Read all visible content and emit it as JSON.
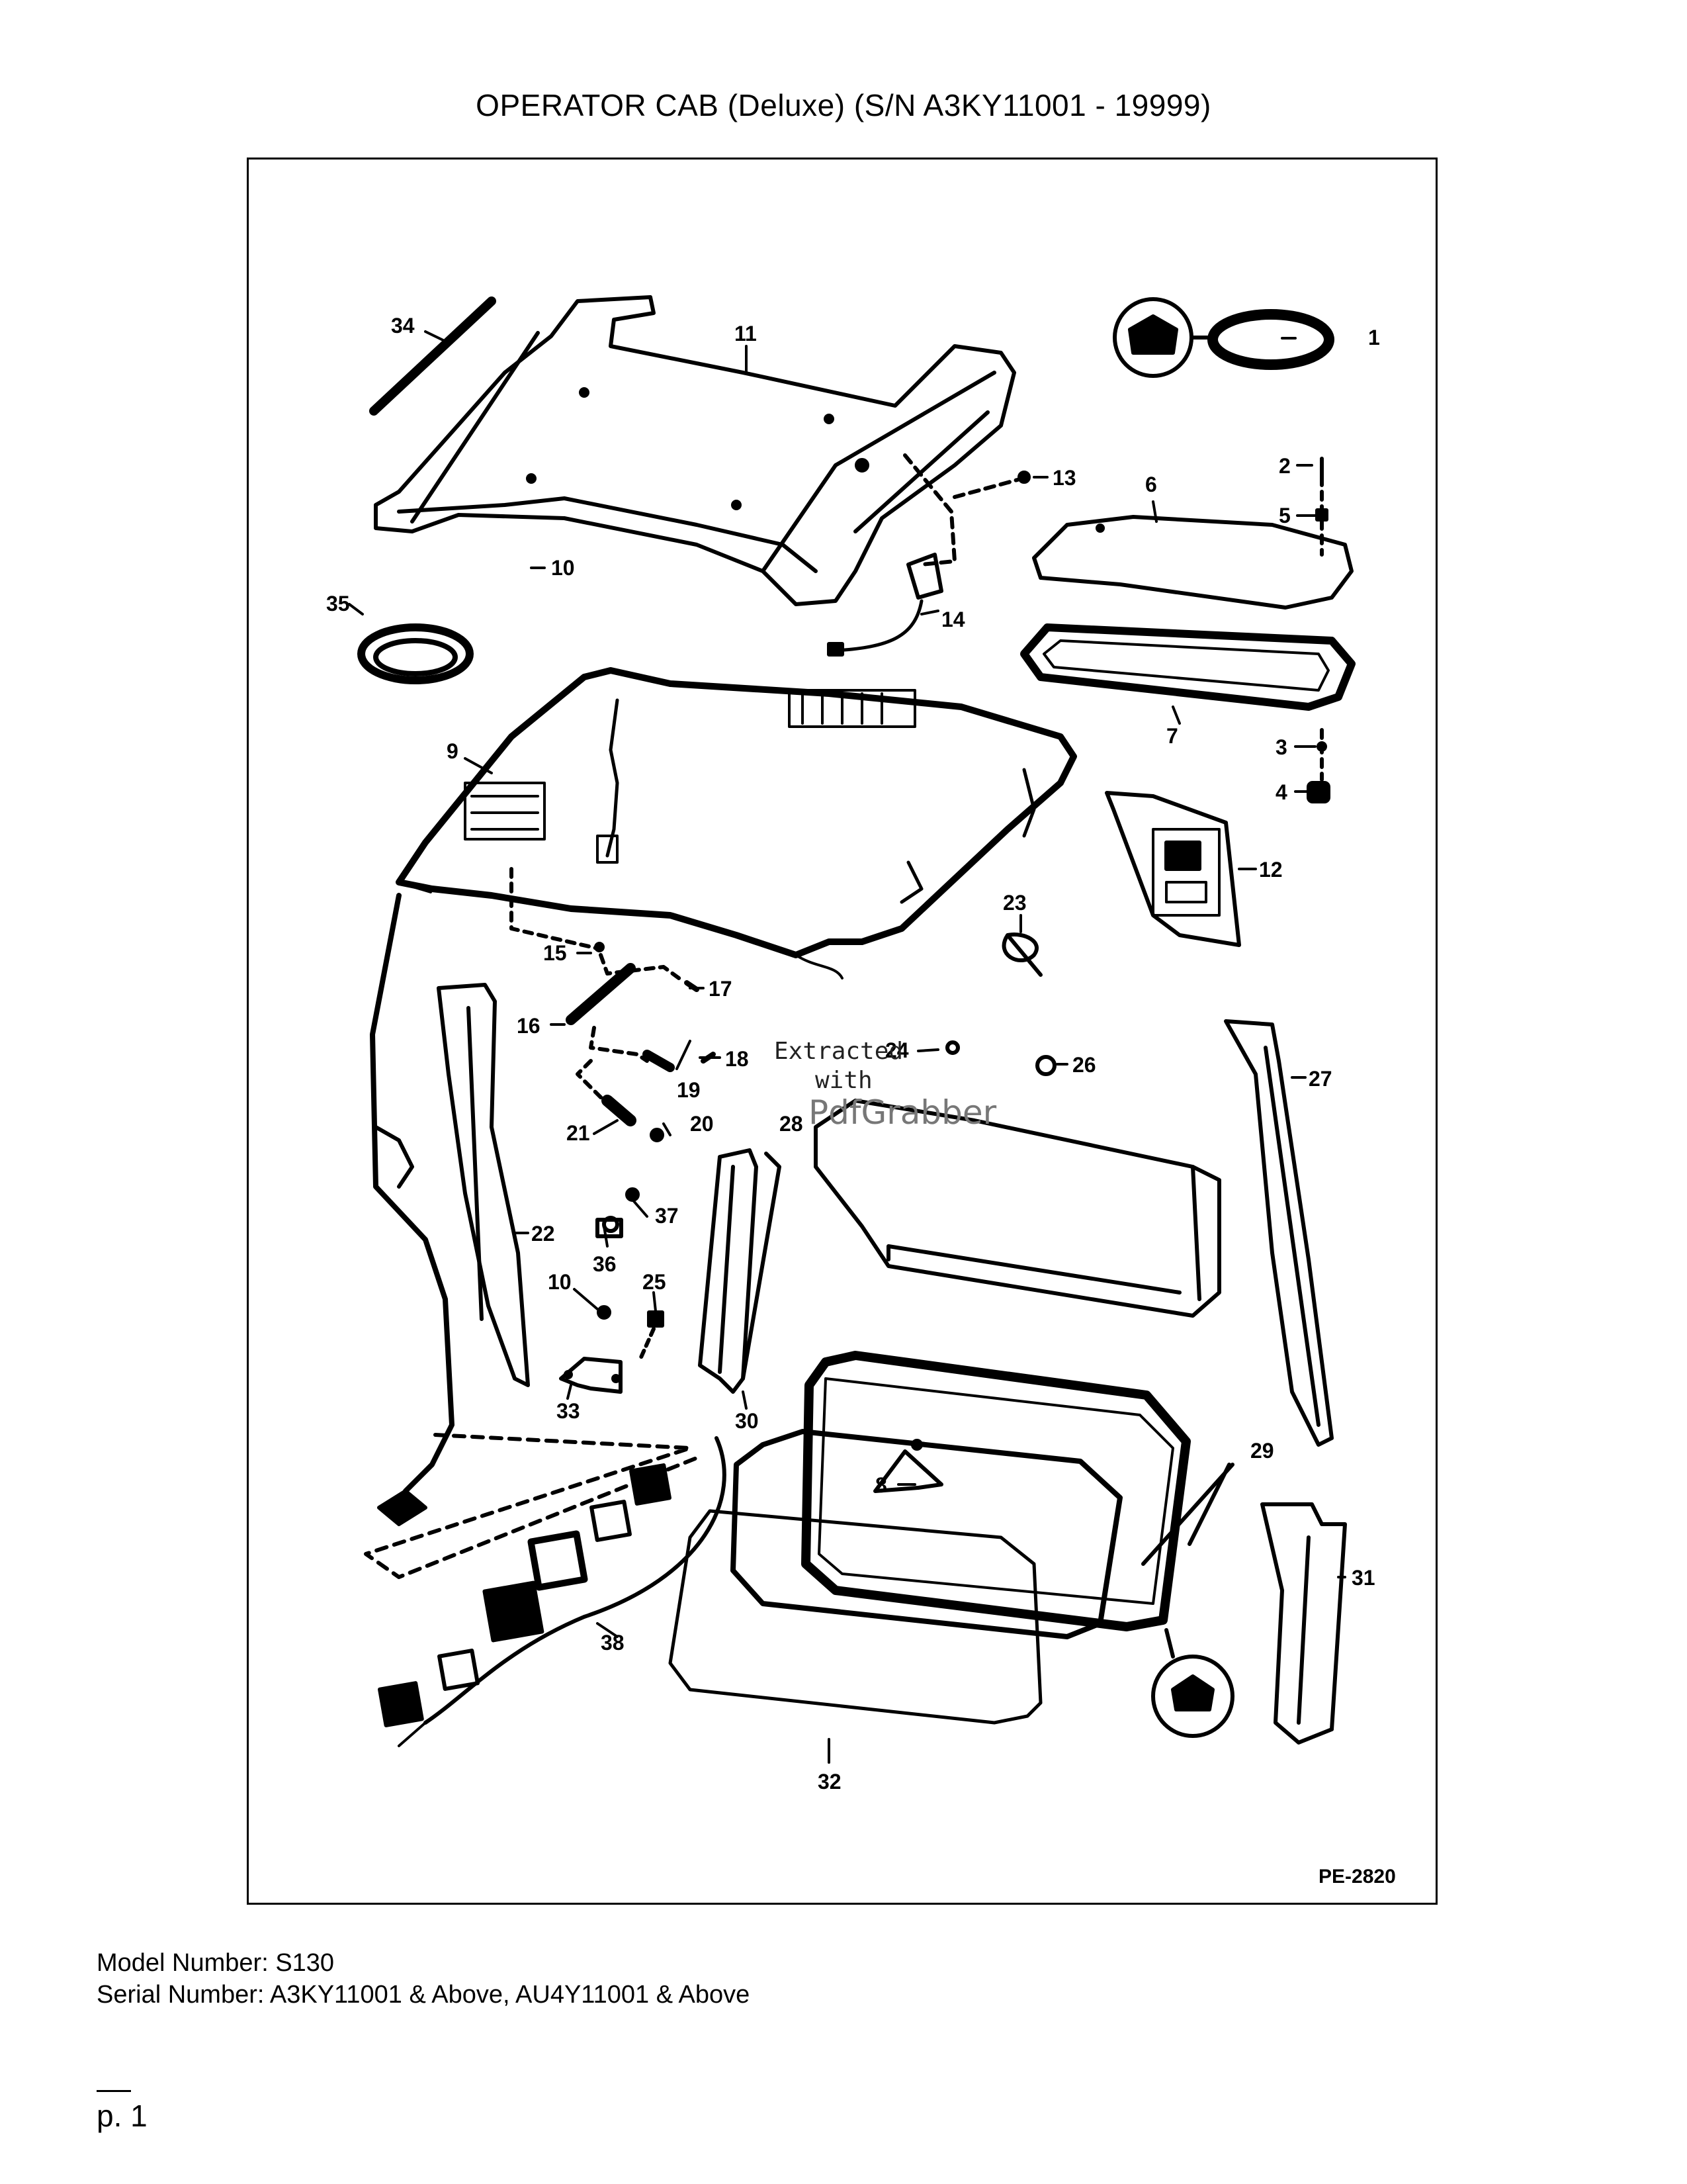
{
  "header": {
    "title": "OPERATOR CAB (Deluxe) (S/N A3KY11001 - 19999)"
  },
  "diagram": {
    "figure_id": "PE-2820",
    "callouts": [
      "1",
      "2",
      "3",
      "4",
      "5",
      "6",
      "7",
      "8",
      "9",
      "10",
      "10",
      "11",
      "12",
      "13",
      "14",
      "15",
      "16",
      "17",
      "18",
      "19",
      "20",
      "21",
      "22",
      "23",
      "24",
      "25",
      "26",
      "27",
      "28",
      "29",
      "30",
      "31",
      "32",
      "33",
      "34",
      "35",
      "36",
      "37",
      "38"
    ]
  },
  "watermark": {
    "line1": "Extracted",
    "line2": "with",
    "logo": "PdfGrabber"
  },
  "footer": {
    "model": "Model Number: S130",
    "serial": "Serial Number: A3KY11001 & Above, AU4Y11001 & Above"
  },
  "page": {
    "number": "p. 1"
  }
}
